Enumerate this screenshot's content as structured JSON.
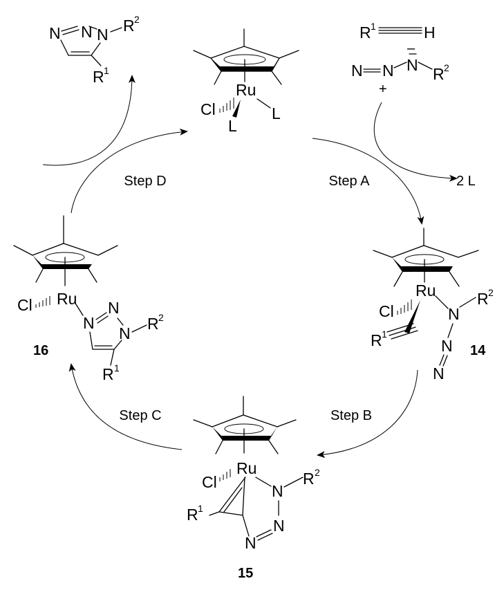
{
  "steps": {
    "a": "Step A",
    "b": "Step B",
    "c": "Step C",
    "d": "Step D"
  },
  "compounds": {
    "c14": "14",
    "c15": "15",
    "c16": "16"
  },
  "byproduct": "2 L",
  "atoms": {
    "ru": "Ru",
    "cl": "Cl",
    "l": "L",
    "n": "N",
    "r": "R",
    "h": "H"
  },
  "superscripts": {
    "one": "1",
    "two": "2"
  },
  "charges": {
    "plus": "+",
    "minus": "–"
  }
}
